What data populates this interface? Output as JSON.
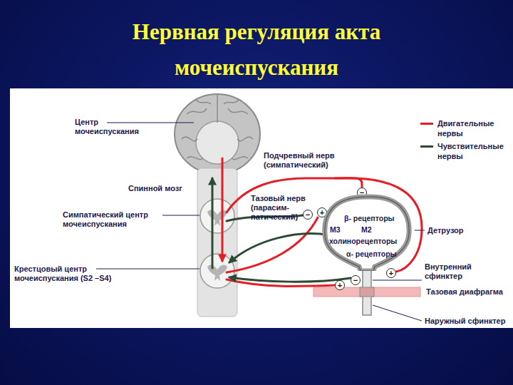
{
  "diagram": {
    "title": "Нервная регуляция акта мочеиспускания",
    "nodes": [
      {
        "text": [
          "β- рецепторы",
          "M3",
          "M2",
          "холинорецепторы",
          "α- рецепторы"
        ]
      }
    ],
    "labels": [
      "Центр мочеиспускания",
      "Спинной мозг",
      "Симпатический центр мочеиспускания",
      "Крестцовый центр мочеиспускания (S2 –S4)",
      "Подчревный нерв (симпатический)",
      "Тазовый нерв (парасим- патический)",
      "−",
      "−",
      "+",
      "Детрузор",
      "Внутренний сфинктер",
      "+",
      "Тазовая диафрагма",
      "+",
      "−",
      "Наружный сфинктер"
    ],
    "legend": [
      {
        "text": "Двигательные нервы",
        "color": "#e31e24"
      },
      {
        "text": "Чувствительные нервы",
        "color": "#2e4a35"
      }
    ]
  }
}
